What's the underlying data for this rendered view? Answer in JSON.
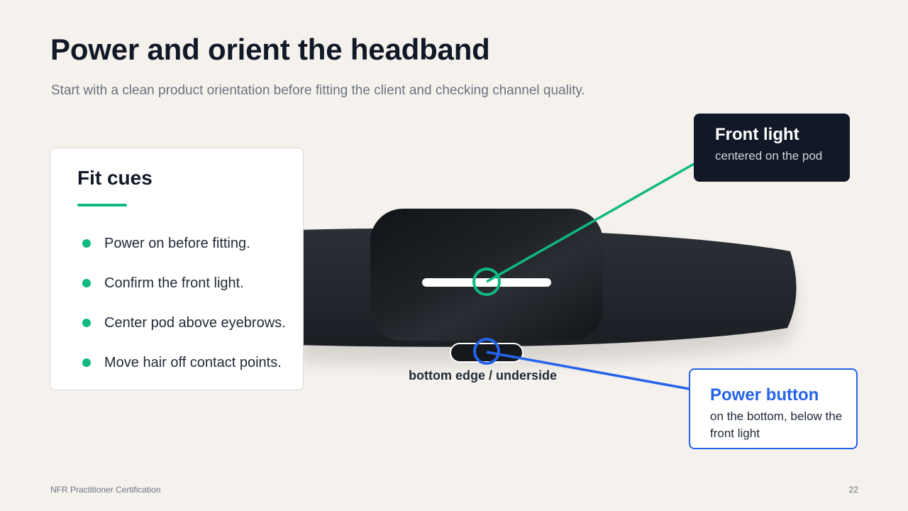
{
  "slide": {
    "title": "Power and orient the headband",
    "subtitle": "Start with a clean product orientation before fitting the client and checking channel quality."
  },
  "fit_cues": {
    "title": "Fit cues",
    "accent_color": "#10b981",
    "items": [
      "Power on before fitting.",
      "Confirm the front light.",
      "Center pod above eyebrows.",
      "Move hair off contact points."
    ]
  },
  "device": {
    "underside_label": "bottom edge / underside"
  },
  "callouts": {
    "front_light": {
      "title": "Front light",
      "description": "centered on the pod",
      "color": "#10b981"
    },
    "power_button": {
      "title": "Power button",
      "description": "on the bottom, below the front light",
      "color": "#2563eb"
    }
  },
  "footer": {
    "left": "NFR Practitioner Certification",
    "page_number": "22"
  }
}
